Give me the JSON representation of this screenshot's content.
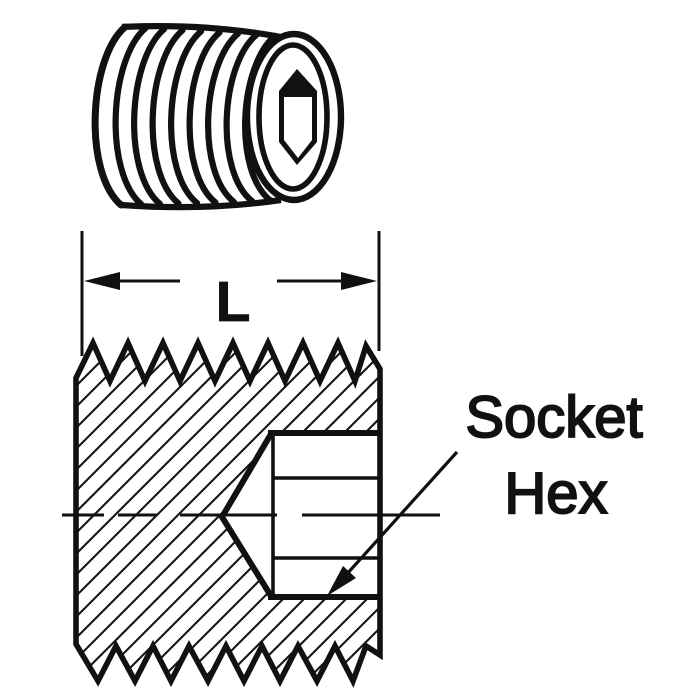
{
  "figure": {
    "type": "engineering-diagram",
    "subject": "socket-head-set-screw",
    "background_color": "#ffffff",
    "ink_color": "#111111",
    "dimension": {
      "label": "L"
    },
    "callout": {
      "line1": "Socket",
      "line2": "Hex"
    },
    "views": {
      "pictorial": "threaded-set-screw-3d",
      "section": "hatched-cross-section"
    }
  }
}
